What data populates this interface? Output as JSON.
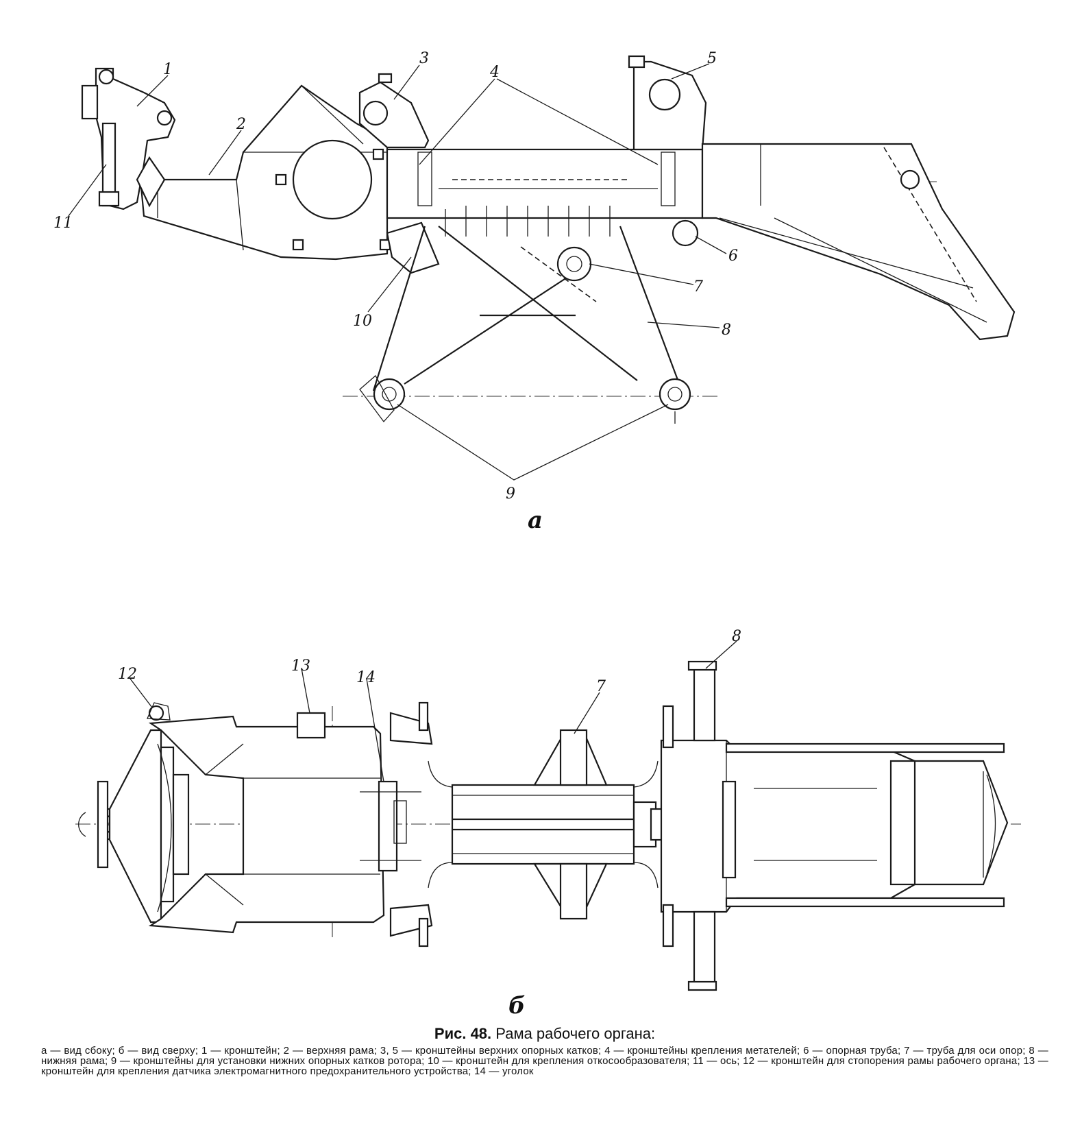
{
  "figure": {
    "view_labels": {
      "side": "а",
      "top": "б"
    },
    "callouts_side_view": [
      "1",
      "2",
      "3",
      "4",
      "5",
      "6",
      "7",
      "8",
      "9",
      "10",
      "11"
    ],
    "callouts_top_view": [
      "12",
      "13",
      "14",
      "7",
      "8"
    ]
  },
  "caption": {
    "number": "Рис. 48.",
    "title": "Рама рабочего органа:",
    "body": "а — вид сбоку; б — вид сверху; 1 — кронштейн; 2 — верхняя рама; 3, 5 — кронштейны верхних опорных катков; 4 — кронштейны крепления метателей; 6 — опорная труба; 7 — труба для оси опор; 8 — нижняя рама; 9 — кронштейны для установки нижних опорных катков ротора; 10 — кронштейн для крепления откосообразователя; 11 — ось; 12 — кронштейн для стопорения рамы рабочего органа; 13 — кронштейн для крепления датчика электромагнитного предохранительного устройства; 14 — уголок"
  }
}
